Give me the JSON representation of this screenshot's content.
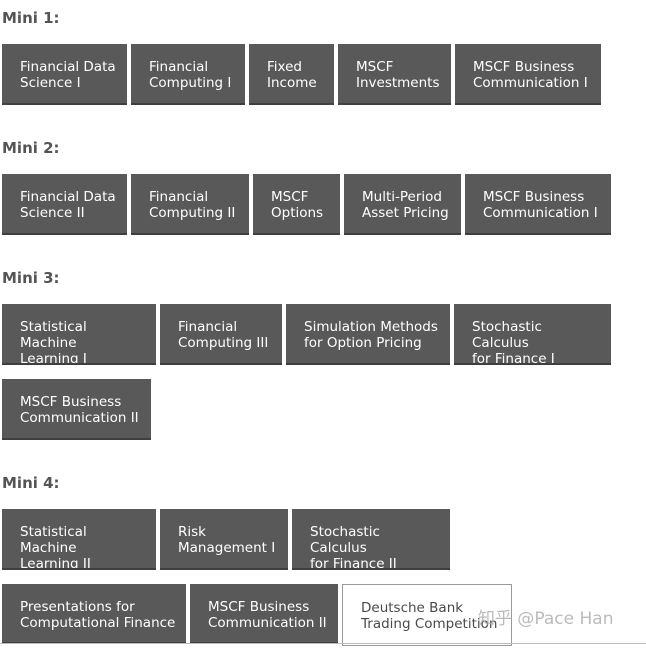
{
  "sections": [
    {
      "heading": "Mini 1:",
      "courses": [
        "Financial Data\nScience I",
        "Financial\nComputing I",
        "Fixed\nIncome",
        "MSCF\nInvestments",
        "MSCF Business\nCommunication I"
      ]
    },
    {
      "heading": "Mini 2:",
      "courses": [
        "Financial Data\nScience II",
        "Financial\nComputing II",
        "MSCF\nOptions",
        "Multi-Period\nAsset Pricing",
        "MSCF Business\nCommunication I"
      ]
    },
    {
      "heading": "Mini 3:",
      "courses": [
        "Statistical Machine\nLearning I",
        "Financial\nComputing III",
        "Simulation Methods\nfor Option Pricing",
        "Stochastic Calculus\nfor Finance I",
        "MSCF Business\nCommunication II"
      ]
    },
    {
      "heading": "Mini 4:",
      "courses": [
        "Statistical Machine\nLearning II",
        "Risk\nManagement I",
        "Stochastic Calculus\nfor Finance II",
        "Presentations for\nComputational Finance",
        "MSCF Business\nCommunication II",
        "Deutsche Bank\nTrading Competition"
      ]
    }
  ],
  "watermark": "知乎 @Pace Han"
}
